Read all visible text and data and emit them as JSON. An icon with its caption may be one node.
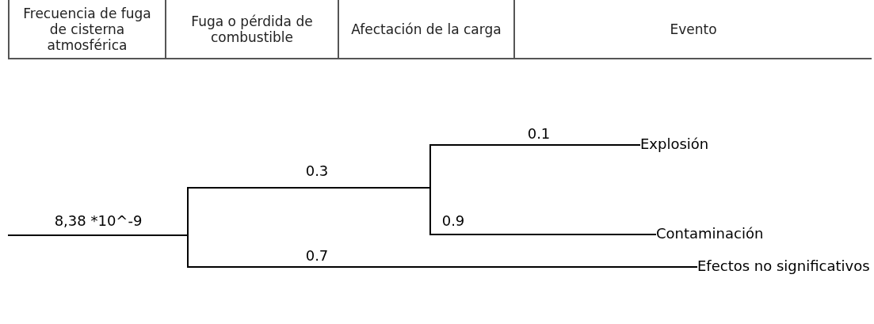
{
  "diagram": {
    "nodes": [
      {
        "text": [],
        "shape": "bar"
      },
      {
        "text": [],
        "shape": "bar"
      },
      {
        "text": [
          "Explosión"
        ]
      },
      {
        "text": [
          "Contaminación"
        ]
      },
      {
        "text": [
          "Efectos no significativos"
        ]
      }
    ],
    "edges": [
      {
        "from": null,
        "to": 0,
        "arrow": "none",
        "label": "8,38 *10^-9"
      },
      {
        "from": 0,
        "to": 1,
        "arrow": "none",
        "label": "0.3"
      },
      {
        "from": 1,
        "to": 2,
        "arrow": "none",
        "label": "0.1"
      },
      {
        "from": 1,
        "to": 3,
        "arrow": "none",
        "label": "0.9"
      },
      {
        "from": 0,
        "to": 4,
        "arrow": "none",
        "label": "0.7"
      }
    ],
    "labels": [
      "Frecuencia de fuga de cisterna atmosférica",
      "Fuga o pérdida de combustible",
      "Afectación de la carga",
      "Evento"
    ]
  }
}
